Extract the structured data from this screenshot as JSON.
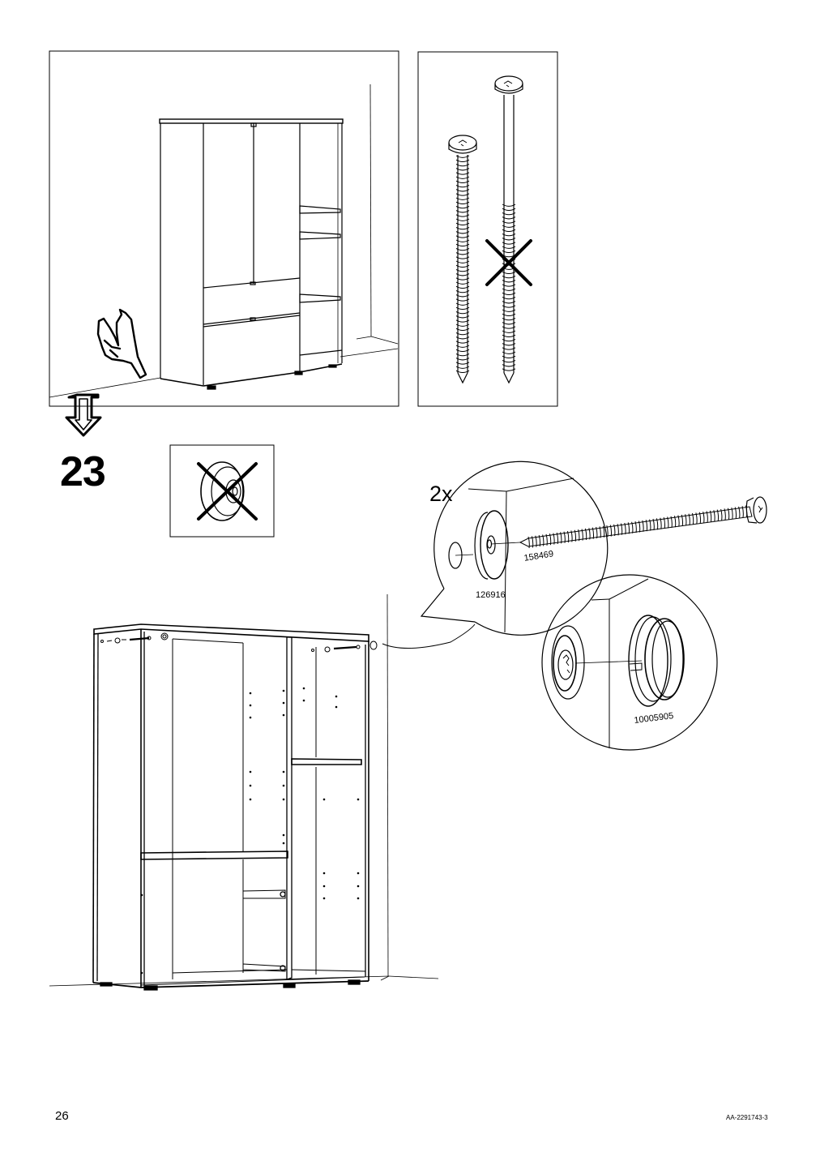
{
  "step": {
    "number": "23",
    "quantity": "2x"
  },
  "parts": [
    {
      "id": "158469"
    },
    {
      "id": "126916"
    },
    {
      "id": "10005905"
    }
  ],
  "footer": {
    "page_number": "26",
    "document_code": "AA-2291743-3"
  },
  "icons": [
    "hand-pointing-icon",
    "arrow-down-icon",
    "no-icon",
    "magnifier-circle-icon"
  ]
}
